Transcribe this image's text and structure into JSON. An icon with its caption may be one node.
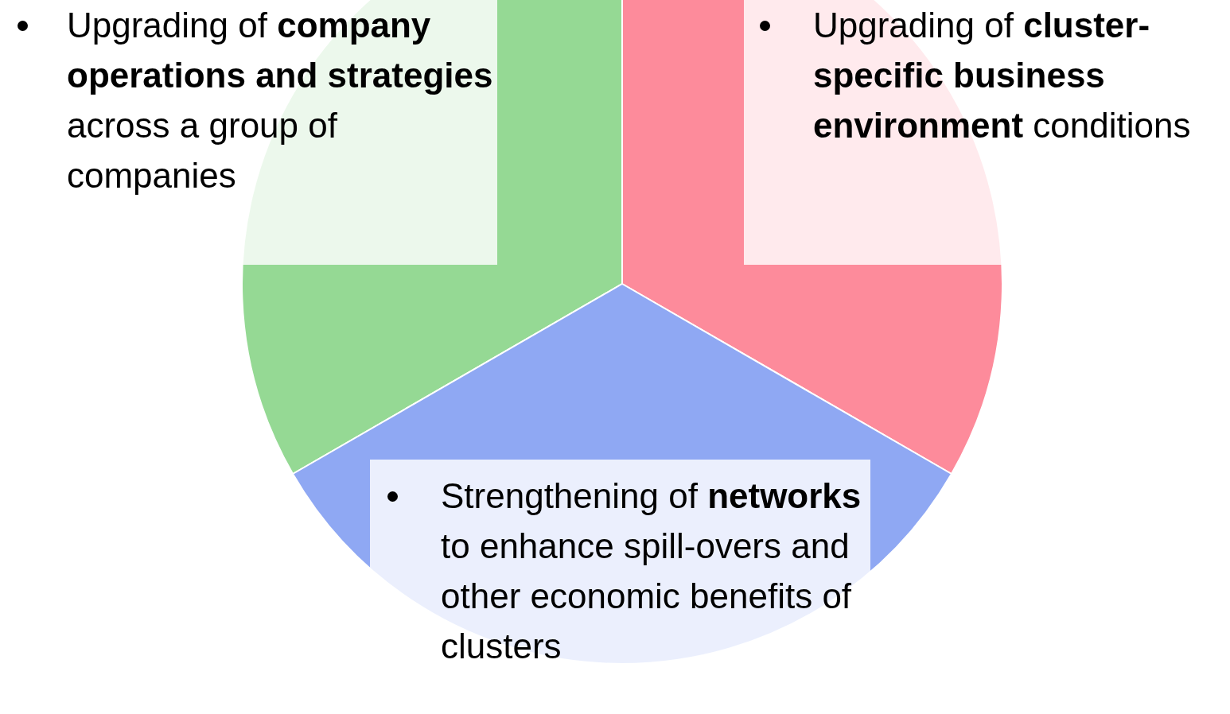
{
  "diagram": {
    "nodes": [
      {
        "text": [
          "Upgrading of **company operations and strategies** across a group of companies"
        ]
      },
      {
        "text": [
          "Upgrading of **cluster-specific business environment** conditions"
        ]
      },
      {
        "text": [
          "Strengthening of **networks** to enhance spill-overs and other economic benefits of clusters"
        ]
      }
    ]
  }
}
